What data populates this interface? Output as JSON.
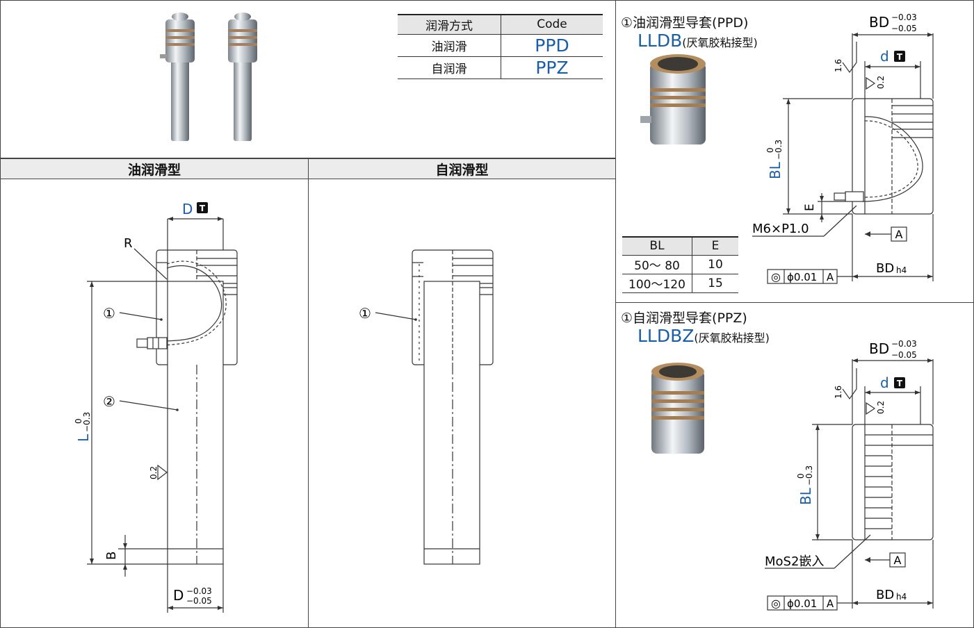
{
  "lube_table": {
    "header_method": "润滑方式",
    "header_code": "Code",
    "rows": [
      {
        "method": "油润滑",
        "code": "PPD"
      },
      {
        "method": "自润滑",
        "code": "PPZ"
      }
    ]
  },
  "sections": {
    "oil": "油润滑型",
    "self": "自润滑型"
  },
  "left_drawing": {
    "dim_d": "D",
    "t_mark": "T",
    "r_label": "R",
    "callout_1": "①",
    "callout_2": "②",
    "dim_l": "L",
    "l_tol_upper": "0",
    "l_tol_lower": "−0.3",
    "dim_b": "B",
    "dim_d_bottom": "D",
    "d_tol_upper": "−0.03",
    "d_tol_lower": "−0.05",
    "roughness": "0.2"
  },
  "mid_drawing": {
    "callout_1": "①"
  },
  "ppd": {
    "title": "①油润滑型导套(PPD)",
    "model": "LLDB",
    "model_note": "(厌氧胶粘接型)",
    "dim_bd": "BD",
    "bd_tol_upper": "−0.03",
    "bd_tol_lower": "−0.05",
    "dim_d": "d",
    "t_mark": "T",
    "rough_1": "1.6",
    "rough_2": "0.2",
    "dim_bl": "BL",
    "bl_tol_upper": "0",
    "bl_tol_lower": "−0.3",
    "dim_e": "E",
    "thread": "M6×P1.0",
    "datum": "A",
    "coax_symbol": "◎",
    "coax_value": "ϕ0.01",
    "coax_datum": "A",
    "dim_bdh4": "BD",
    "h4": "h4",
    "bl_table": {
      "header_bl": "BL",
      "header_e": "E",
      "rows": [
        {
          "bl": "50～ 80",
          "e": "10"
        },
        {
          "bl": "100～120",
          "e": "15"
        }
      ]
    }
  },
  "ppz": {
    "title": "①自润滑型导套(PPZ)",
    "model": "LLDBZ",
    "model_note": "(厌氧胶粘接型)",
    "dim_bd": "BD",
    "bd_tol_upper": "−0.03",
    "bd_tol_lower": "−0.05",
    "dim_d": "d",
    "t_mark": "T",
    "rough_1": "1.6",
    "rough_2": "0.2",
    "dim_bl": "BL",
    "bl_tol_upper": "0",
    "bl_tol_lower": "−0.3",
    "mos2": "MoS2嵌入",
    "datum": "A",
    "coax_symbol": "◎",
    "coax_value": "ϕ0.01",
    "coax_datum": "A",
    "dim_bdh4": "BD",
    "h4": "h4"
  },
  "colors": {
    "accent_blue": "#1a5ea8",
    "bronze": "#b08a5a",
    "steel": "#c8cdd2"
  }
}
